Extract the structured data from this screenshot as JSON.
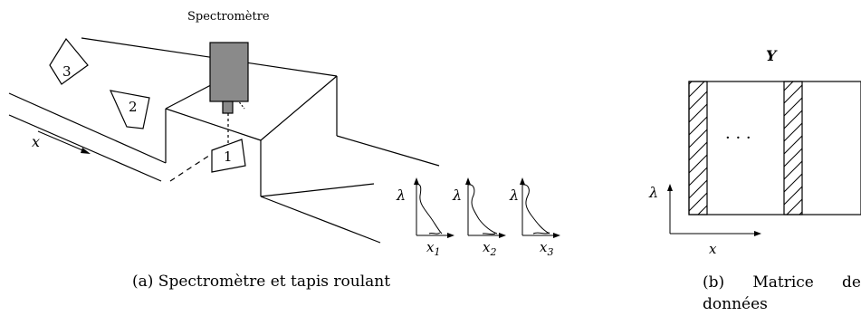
{
  "panel_a": {
    "spectrometer_label": "Spectromètre",
    "x_axis_label": "x",
    "objects": [
      "1",
      "2",
      "3"
    ],
    "spectra": [
      {
        "lambda": "λ",
        "x": "x",
        "sub": "1"
      },
      {
        "lambda": "λ",
        "x": "x",
        "sub": "2"
      },
      {
        "lambda": "λ",
        "x": "x",
        "sub": "3"
      }
    ],
    "caption": "(a) Spectromètre et tapis roulant",
    "colors": {
      "spectrometer_body": "#8a8a8a",
      "line": "#000000"
    }
  },
  "panel_b": {
    "matrix_label": "Y",
    "ellipsis": "· · ·",
    "lambda_label": "λ",
    "x_label": "x",
    "caption": "(b) Matrice de données"
  }
}
